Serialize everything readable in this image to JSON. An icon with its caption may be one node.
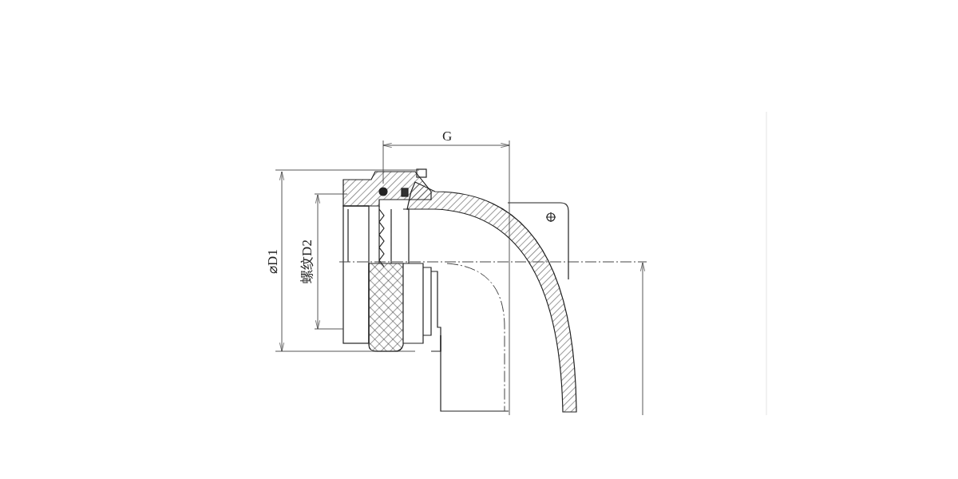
{
  "diagram": {
    "labels": [
      "G",
      "⌀D1",
      "螺纹D2"
    ]
  }
}
